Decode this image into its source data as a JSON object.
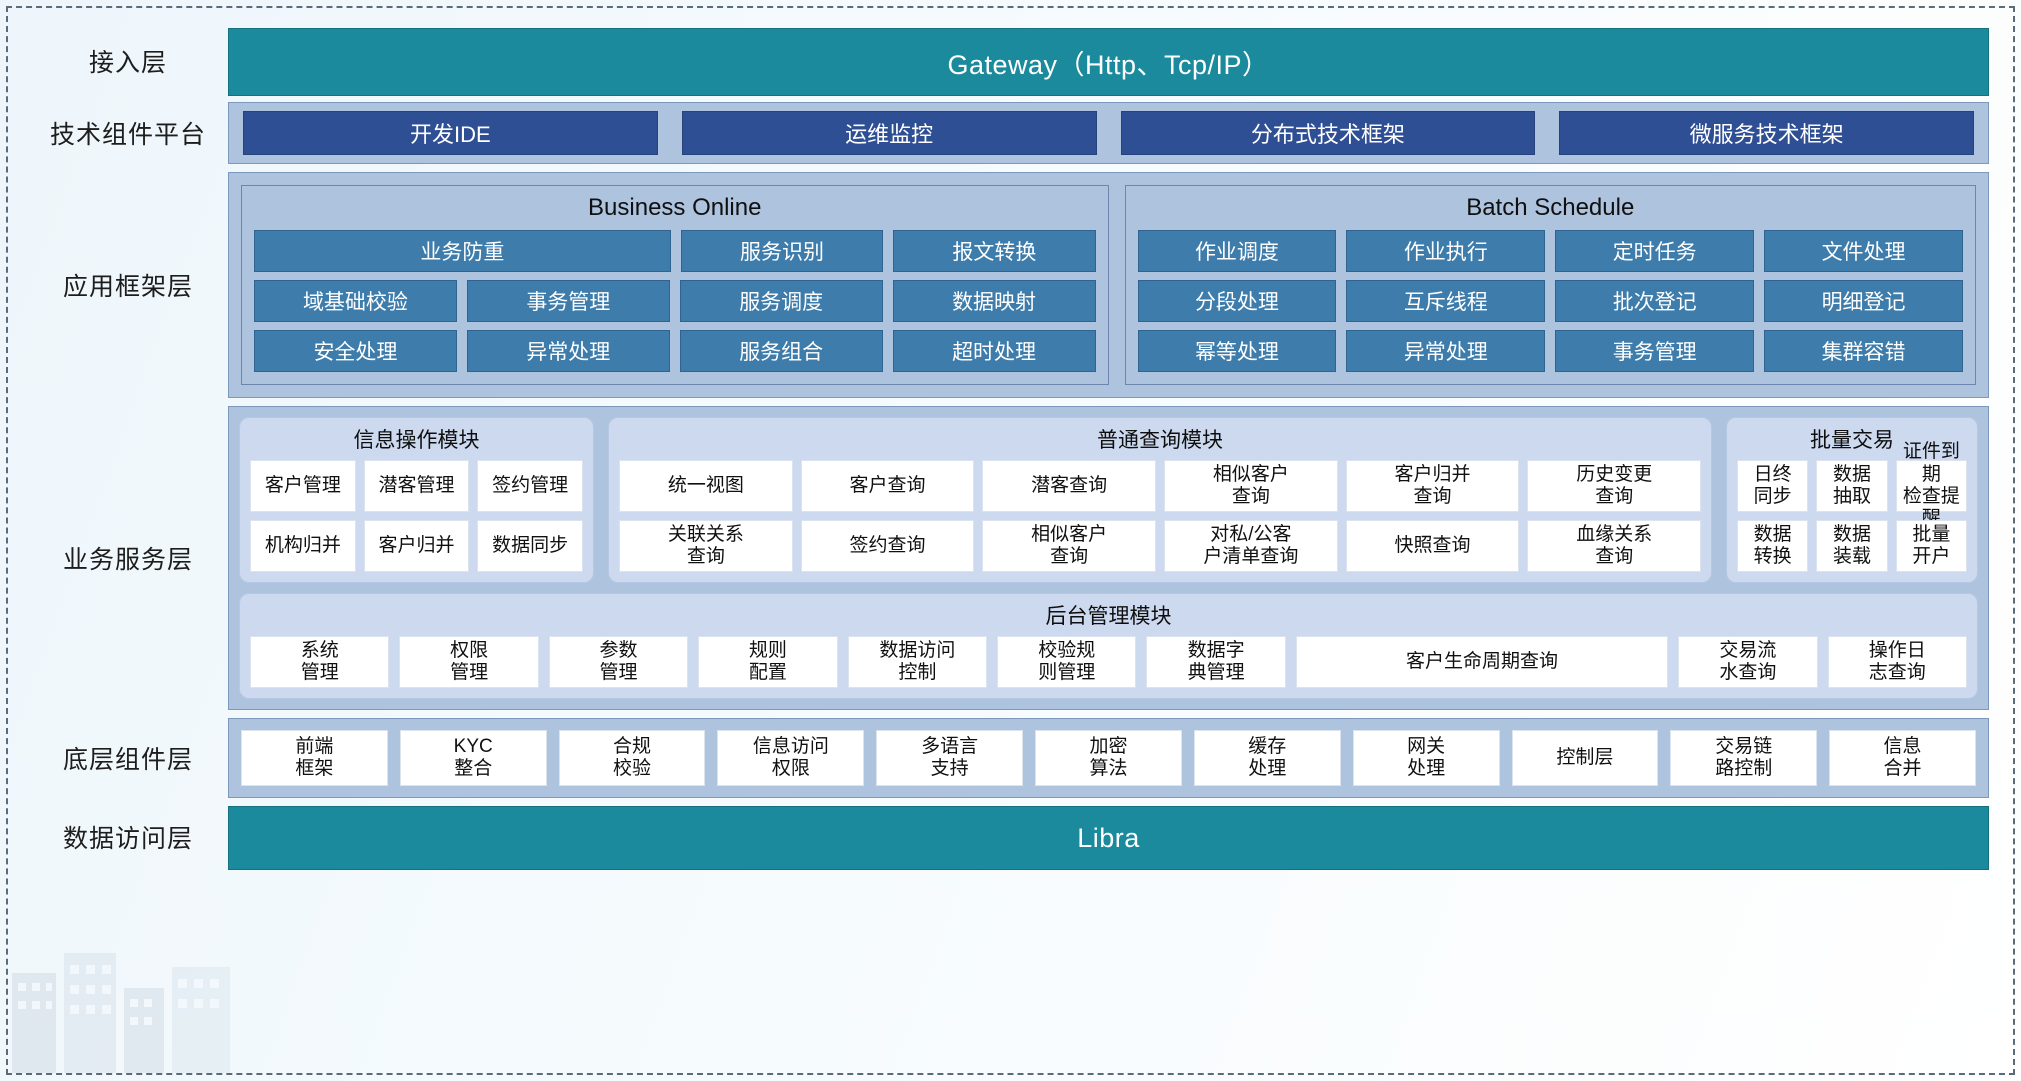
{
  "layers": [
    {
      "label": "接入层"
    },
    {
      "label": "技术组件平台"
    },
    {
      "label": "应用框架层"
    },
    {
      "label": "业务服务层"
    },
    {
      "label": "底层组件层"
    },
    {
      "label": "数据访问层"
    }
  ],
  "access_layer": {
    "title": "Gateway（Http、Tcp/IP）"
  },
  "tech_platform": {
    "chips": [
      "开发IDE",
      "运维监控",
      "分布式技术框架",
      "微服务技术框架"
    ]
  },
  "app_framework": {
    "business_online": {
      "title": "Business Online",
      "rows": [
        [
          {
            "label": "业务防重",
            "span": 2
          },
          {
            "label": "服务识别",
            "span": 1
          },
          {
            "label": "报文转换",
            "span": 1
          }
        ],
        [
          {
            "label": "域基础校验",
            "span": 1
          },
          {
            "label": "事务管理",
            "span": 1
          },
          {
            "label": "服务调度",
            "span": 1
          },
          {
            "label": "数据映射",
            "span": 1
          }
        ],
        [
          {
            "label": "安全处理",
            "span": 1
          },
          {
            "label": "异常处理",
            "span": 1
          },
          {
            "label": "服务组合",
            "span": 1
          },
          {
            "label": "超时处理",
            "span": 1
          }
        ]
      ]
    },
    "batch_schedule": {
      "title": "Batch Schedule",
      "rows": [
        [
          {
            "label": "作业调度",
            "span": 1
          },
          {
            "label": "作业执行",
            "span": 1
          },
          {
            "label": "定时任务",
            "span": 1
          },
          {
            "label": "文件处理",
            "span": 1
          }
        ],
        [
          {
            "label": "分段处理",
            "span": 1
          },
          {
            "label": "互斥线程",
            "span": 1
          },
          {
            "label": "批次登记",
            "span": 1
          },
          {
            "label": "明细登记",
            "span": 1
          }
        ],
        [
          {
            "label": "幂等处理",
            "span": 1
          },
          {
            "label": "异常处理",
            "span": 1
          },
          {
            "label": "事务管理",
            "span": 1
          },
          {
            "label": "集群容错",
            "span": 1
          }
        ]
      ]
    }
  },
  "business_service": {
    "info_module": {
      "title": "信息操作模块",
      "rows": [
        [
          "客户管理",
          "潜客管理",
          "签约管理"
        ],
        [
          "机构归并",
          "客户归并",
          "数据同步"
        ]
      ]
    },
    "query_module": {
      "title": "普通查询模块",
      "rows": [
        [
          "统一视图",
          "客户查询",
          "潜客查询",
          "相似客户\n查询",
          "客户归并\n查询",
          "历史变更\n查询"
        ],
        [
          "关联关系\n查询",
          "签约查询",
          "相似客户\n查询",
          "对私/公客\n户清单查询",
          "快照查询",
          "血缘关系\n查询"
        ]
      ]
    },
    "batch_module": {
      "title": "批量交易",
      "rows": [
        [
          "日终\n同步",
          "数据\n抽取",
          "证件到期\n检查提醒"
        ],
        [
          "数据\n转换",
          "数据\n装载",
          "批量\n开户"
        ]
      ]
    },
    "admin_module": {
      "title": "后台管理模块",
      "items": [
        {
          "label": "系统\n管理",
          "wide": false
        },
        {
          "label": "权限\n管理",
          "wide": false
        },
        {
          "label": "参数\n管理",
          "wide": false
        },
        {
          "label": "规则\n配置",
          "wide": false
        },
        {
          "label": "数据访问\n控制",
          "wide": false
        },
        {
          "label": "校验规\n则管理",
          "wide": false
        },
        {
          "label": "数据字\n典管理",
          "wide": false
        },
        {
          "label": "客户生命周期查询",
          "wide": true
        },
        {
          "label": "交易流\n水查询",
          "wide": false
        },
        {
          "label": "操作日\n志查询",
          "wide": false
        }
      ]
    }
  },
  "base_components": {
    "items": [
      "前端\n框架",
      "KYC\n整合",
      "合规\n校验",
      "信息访问\n权限",
      "多语言\n支持",
      "加密\n算法",
      "缓存\n处理",
      "网关\n处理",
      "控制层",
      "交易链\n路控制",
      "信息\n合并"
    ]
  },
  "data_access": {
    "title": "Libra"
  },
  "colors": {
    "teal": "#1b8a9c",
    "panel_blue": "#aec3dd",
    "chip_dark_blue": "#2f4f95",
    "cell_blue": "#3d7cab",
    "module_bg": "#ccd9ef"
  }
}
